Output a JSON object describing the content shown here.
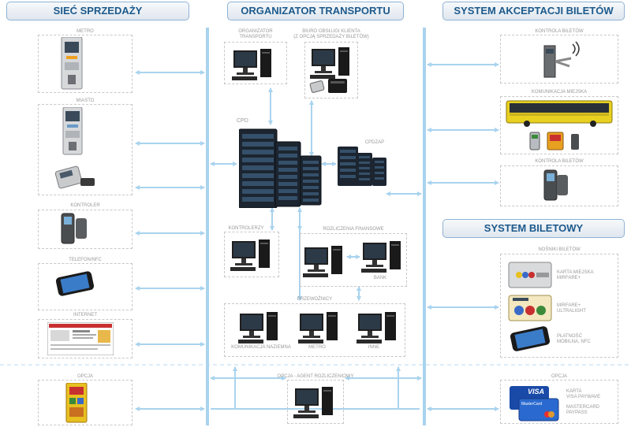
{
  "headers": {
    "sales": "SIEĆ SPRZEDAŻY",
    "organizer": "ORGANIZATOR TRANSPORTU",
    "acceptance": "SYSTEM AKCEPTACJI BILETÓW",
    "ticket_system": "SYSTEM BILETOWY"
  },
  "sales_network": {
    "metro": "METRO",
    "city": "MIASTO",
    "controller": "KONTROLER",
    "phone": "TELEFON/NFC",
    "internet": "INTERNET",
    "option": "OPCJA"
  },
  "organizer": {
    "organizer_label": "ORGANIZATOR\nTRANSPORTU",
    "customer_office": "BIURO OBSŁUGI KLIENTA\n(Z OPCJĄ SPRZEDAŻY BILETÓW)",
    "cpd": "CPD",
    "cpdzap": "CPDZAP",
    "controllers": "KONTROLERZY",
    "settlements": "ROZLICZENIA FINANSOWE",
    "bank": "BANK",
    "carriers": "PRZEWOŹNICY",
    "ground": "KOMUNIKACJA NAZIEMNA",
    "metro": "METRO",
    "others": "INNE",
    "agent": "OPCJA - AGENT ROZLICZENIOWY"
  },
  "acceptance": {
    "ticket_control_1": "KONTROLA BILETÓW",
    "city_transport": "KOMUNIKACJA MIEJSKA",
    "ticket_control_2": "KONTROLA BILETÓW"
  },
  "ticket_system": {
    "carriers_label": "NOŚNIKI BILETÓW",
    "card_city": "KARTA MIEJSKA\nMIRFARE+",
    "card_mifare": "MIRFARE+\nULTRALIGHT",
    "mobile": "PŁATNOŚĆ\nMOBILNA, NFC",
    "option": "OPCJA",
    "visa": "KARTA\nVISA PAYWAVE",
    "mastercard": "MASTERCARD\nPAYPASS",
    "card_brand_visa": "VISA",
    "card_brand_mc": "MasterCard"
  },
  "colors": {
    "line": "#a9d3ee",
    "header_text": "#1d5a8c",
    "dashed_border": "#c8c8c8"
  }
}
